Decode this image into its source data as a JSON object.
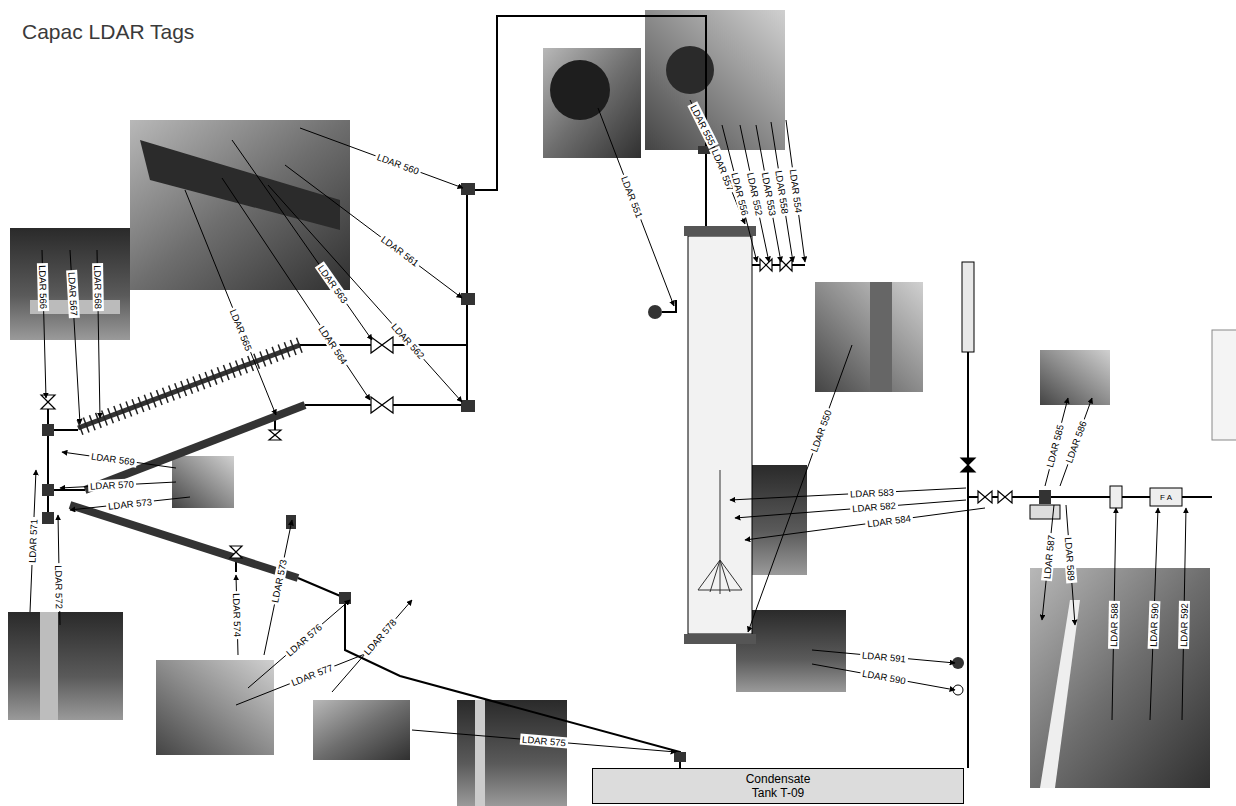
{
  "diagram": {
    "title": "Capac LDAR Tags",
    "nodes": [
      {
        "text": [
          "Condensate Tank T-09"
        ]
      }
    ],
    "labels": [
      "LDAR 560",
      "LDAR 561",
      "LDAR 562",
      "LDAR 563",
      "LDAR 564",
      "LDAR 565",
      "LDAR 566",
      "LDAR 567",
      "LDAR 568",
      "LDAR 569",
      "LDAR 570",
      "LDAR 573",
      "LDAR 571",
      "LDAR 572",
      "LDAR 574",
      "LDAR 573",
      "LDAR 576",
      "LDAR 577",
      "LDAR 578",
      "LDAR 575",
      "LDAR 551",
      "LDAR 555",
      "LDAR 557",
      "LDAR 556",
      "LDAR 552",
      "LDAR 553",
      "LDAR 558",
      "LDAR 554",
      "LDAR 550",
      "LDAR 583",
      "LDAR 582",
      "LDAR 584",
      "LDAR 591",
      "LDAR 590",
      "LDAR 585",
      "LDAR 586",
      "LDAR 587",
      "LDAR 589",
      "LDAR 588",
      "LDAR 590",
      "LDAR 592",
      "F A"
    ]
  }
}
